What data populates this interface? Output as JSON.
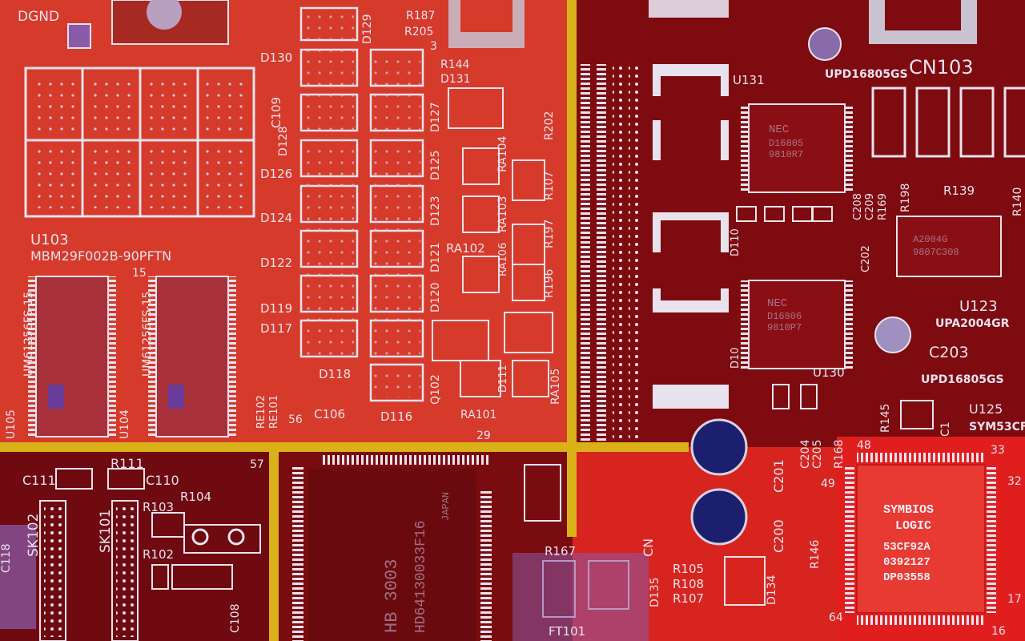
{
  "colors": {
    "left_panel": "#d63a2a",
    "right_panel": "#7e0b0f",
    "bottom_left": "#6e0a10",
    "bottom_middle": "#7a0c10",
    "bottom_red": "#e01e1e",
    "trace_yellow": "#d9b21a",
    "silkscreen": "#e8e2ee",
    "purple": "#8a5aa8",
    "capacitor_blue": "#1c1f6e"
  },
  "labels": {
    "dgnd": "DGND",
    "u103": "U103",
    "u103_part": "MBM29F002B-90PFTN",
    "d130": "D130",
    "d129": "D129",
    "d128": "D128",
    "d127": "D127",
    "d126": "D126",
    "d125": "D125",
    "d124": "D124",
    "d123": "D123",
    "d122": "D122",
    "d121": "D121",
    "d120": "D120",
    "d119": "D119",
    "d117": "D117",
    "d118": "D118",
    "d116": "D116",
    "d131": "D131",
    "d111": "D111",
    "c109": "C109",
    "c106": "C106",
    "r187": "R187",
    "r205": "R205",
    "r144": "R144",
    "r202": "R202",
    "r107": "R107",
    "r197": "R197",
    "r196": "R196",
    "ra104": "RA104",
    "ra103": "RA103",
    "ra102": "RA102",
    "ra106": "RA106",
    "ra101": "RA101",
    "ra105": "RA105",
    "q102": "Q102",
    "re102": "RE102",
    "re101": "RE101",
    "u105": "U105",
    "u104": "U104",
    "um_left": "UM61256FS-15",
    "um_right": "UM61256FS-15",
    "pin_15": "15",
    "pin_56": "56",
    "pin_29": "29",
    "pin_3": "3",
    "cn103": "CN103",
    "u131": "U131",
    "upd_top": "UPD16805GS",
    "nec1": "NEC",
    "nec1_part": "D16805",
    "nec1_code": "9810R7",
    "nec2": "NEC",
    "nec2_part": "D16806",
    "nec2_code": "9810P7",
    "r198": "R198",
    "r139": "R139",
    "r140": "R140",
    "c208": "C208",
    "c209": "C209",
    "r169": "R169",
    "c202": "C202",
    "a2004": "A2004G",
    "a2004_code": "9807C308",
    "u123": "U123",
    "upa": "UPA2004GR",
    "c203": "C203",
    "upd_mid": "UPD16805GS",
    "u130": "U130",
    "d110": "D110",
    "d10": "D10",
    "r145": "R145",
    "c1": "C1",
    "u125": "U125",
    "sym": "SYM53CF",
    "c204": "C204",
    "c205": "C205",
    "r168": "R168",
    "c200": "C200",
    "c201": "C201",
    "r146": "R146",
    "pin_48": "48",
    "pin_33": "33",
    "pin_32": "32",
    "pin_17": "17",
    "pin_16": "16",
    "pin_64": "64",
    "pin_49": "49",
    "chip_l1": "SYMBIOS",
    "chip_l2": "LOGIC",
    "chip_l3": "53CF92A",
    "chip_l4": "0392127",
    "chip_l5": "DP03558",
    "c111": "C111",
    "r111": "R111",
    "c110": "C110",
    "pin_57": "57",
    "sk102": "SK102",
    "sk101": "SK101",
    "r103": "R103",
    "r104": "R104",
    "r102": "R102",
    "c108": "C108",
    "c118": "C118",
    "r167": "R167",
    "cn": "CN",
    "r105": "R105",
    "r108": "R108",
    "r107b": "R107",
    "d135": "D135",
    "d134": "D134",
    "ft101": "FT101",
    "ghost1": "HB 3003",
    "ghost2": "HD64130033F16",
    "ghost3": "JAPAN"
  }
}
